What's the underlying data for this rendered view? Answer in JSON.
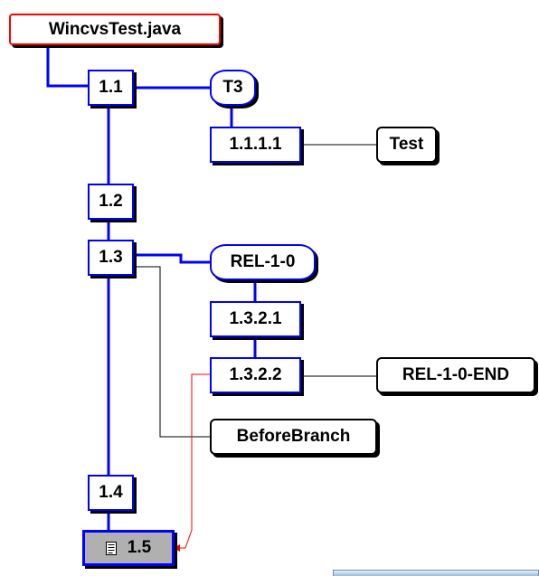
{
  "file": {
    "name": "WincvsTest.java"
  },
  "revisions": {
    "r1_1": "1.1",
    "r1_1_1_1": "1.1.1.1",
    "r1_2": "1.2",
    "r1_3": "1.3",
    "r1_3_2_1": "1.3.2.1",
    "r1_3_2_2": "1.3.2.2",
    "r1_4": "1.4",
    "r1_5": "1.5"
  },
  "branches": {
    "t3": "T3",
    "rel_1_0": "REL-1-0"
  },
  "tags": {
    "test": "Test",
    "rel_1_0_end": "REL-1-0-END",
    "before_branch": "BeforeBranch"
  },
  "icons": {
    "current_revision": "document-icon"
  },
  "colors": {
    "branch_line": "#0000ff",
    "tag_line": "#000000",
    "merge_line": "#ff0000",
    "current_fill": "#b0b0b0"
  }
}
